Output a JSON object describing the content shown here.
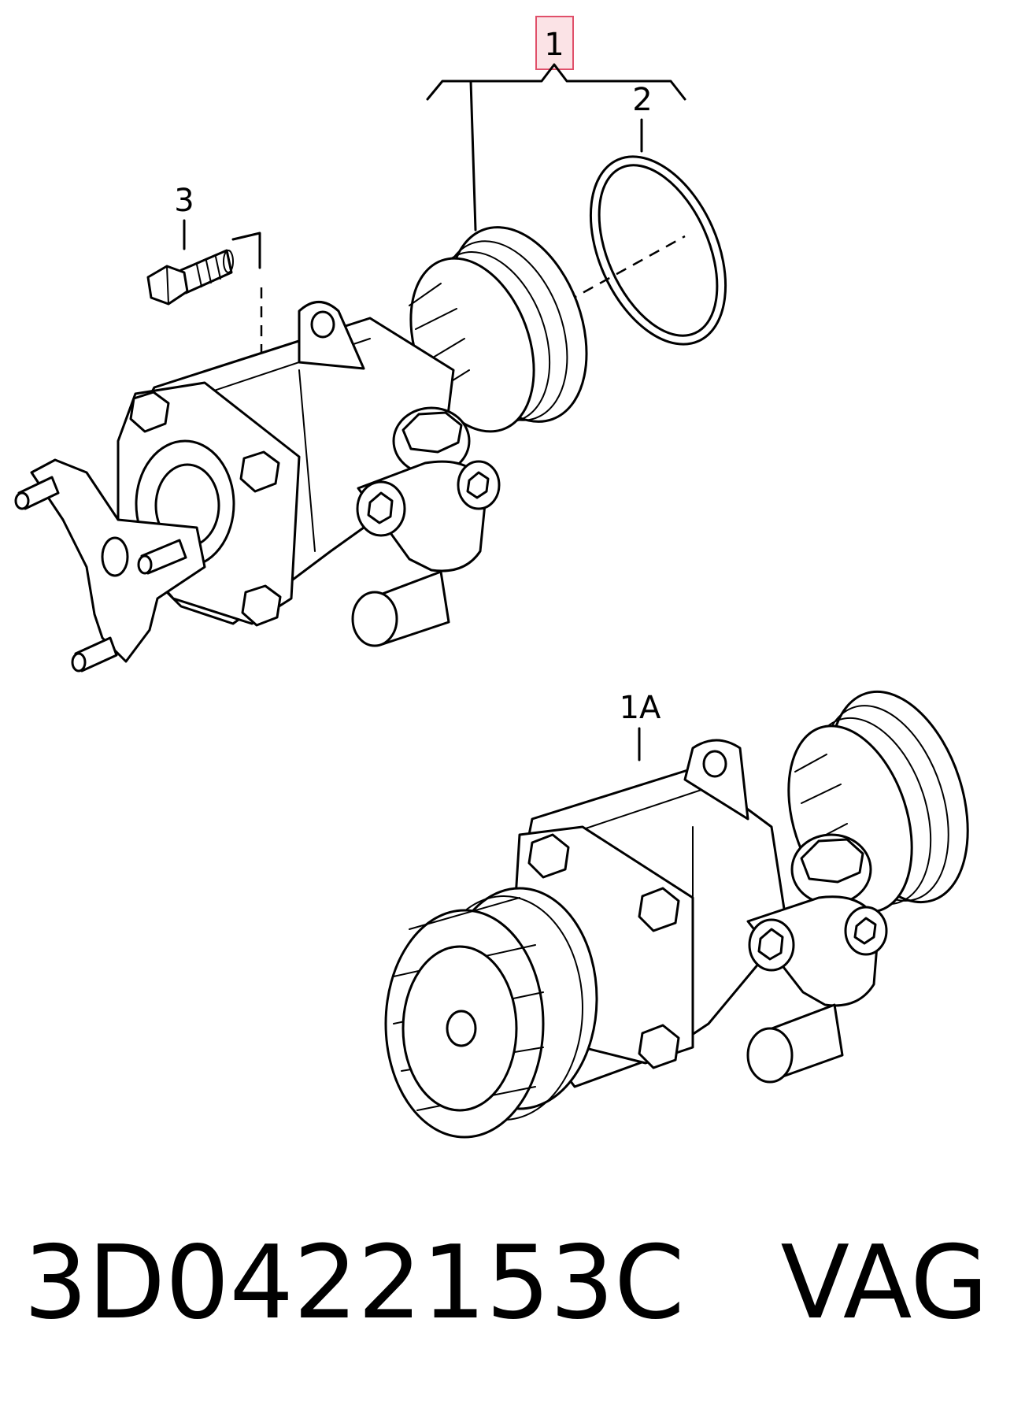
{
  "callouts": {
    "c1": "1",
    "c2": "2",
    "c3": "3",
    "c1a": "1A"
  },
  "highlight_color": "#e0506a",
  "caption": {
    "part_number": "3D0422153C",
    "brand": "VAG",
    "text": "3D0422153C   VAG"
  }
}
